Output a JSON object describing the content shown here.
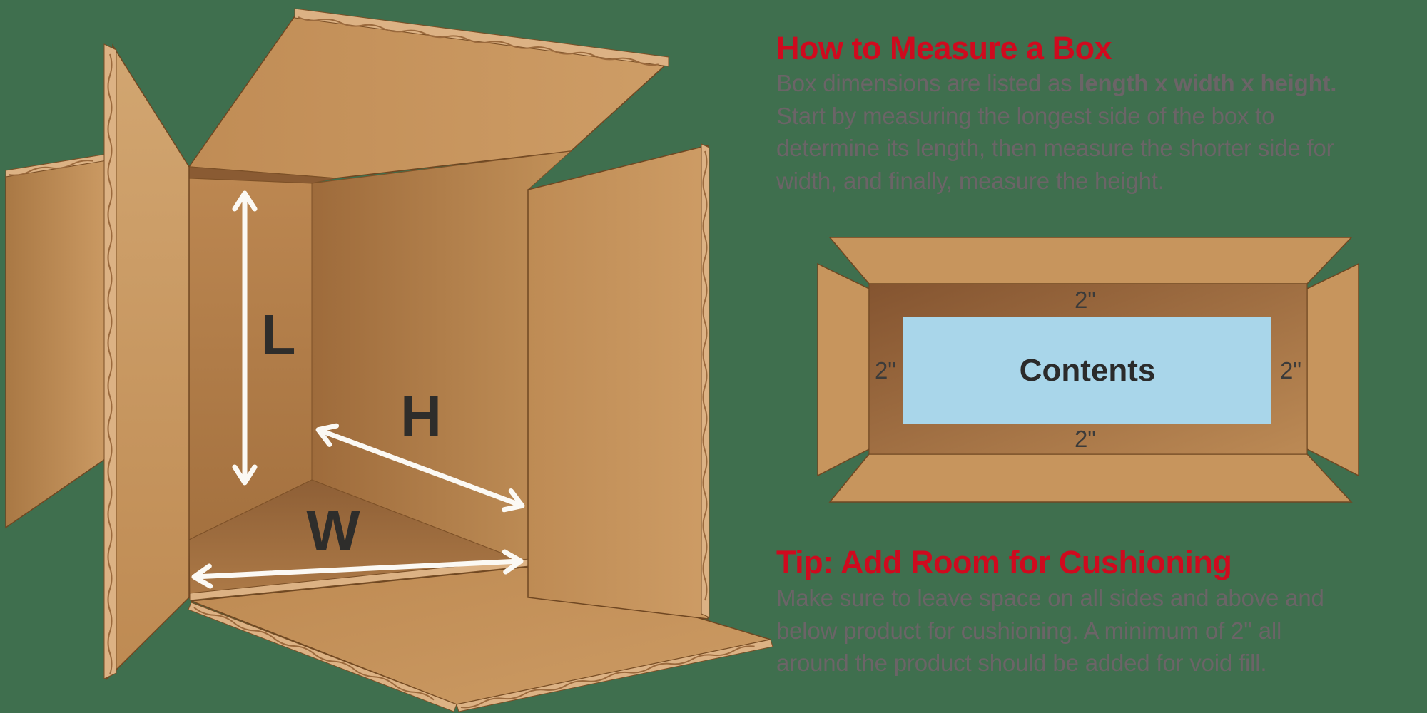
{
  "illustration": {
    "dimension_labels": {
      "length": "L",
      "height": "H",
      "width": "W"
    }
  },
  "measure_section": {
    "heading": "How to Measure a Box",
    "line1_pre": "Box dimensions are listed as ",
    "line1_bold": "length x width x height.",
    "line2": "Start by measuring the longest side of the box to",
    "line3": "determine its length, then measure the shorter side for",
    "line4": "width, and finally, measure the height."
  },
  "cushion_section": {
    "heading": "Tip: Add Room for Cushioning",
    "line1": "Make sure to leave space on all sides and above and",
    "line2": "below product for cushioning. A minimum of 2\" all",
    "line3": "around the product should be added for void fill."
  },
  "topdown_diagram": {
    "contents_label": "Contents",
    "clearance_top": "2\"",
    "clearance_bottom": "2\"",
    "clearance_left": "2\"",
    "clearance_right": "2\""
  },
  "colors": {
    "background_green": "#3F6F4E",
    "heading_red": "#CF0A1E",
    "body_gray": "#6B6467",
    "cardboard": "#C7955D",
    "cardboard_interior_dark": "#845430",
    "corrugation_strip": "#DCB284",
    "contents_background": "#A9D6EA",
    "arrow_white": "#FBF9F4"
  }
}
